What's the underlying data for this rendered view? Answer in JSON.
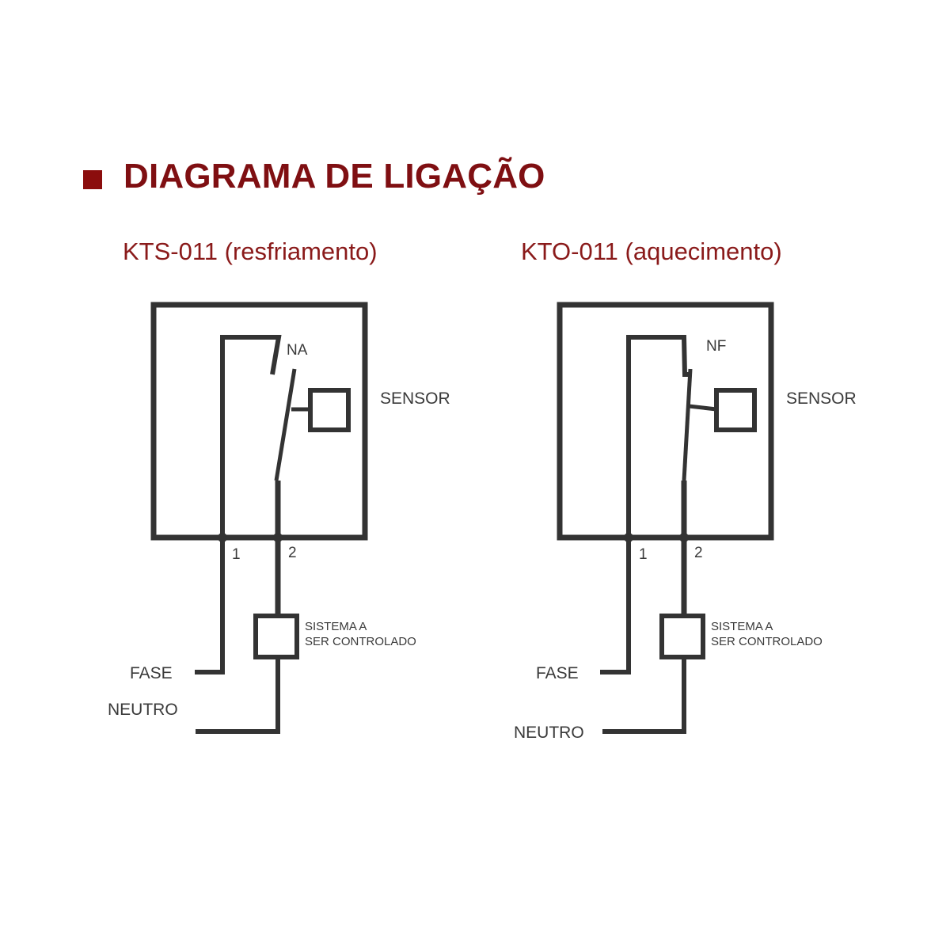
{
  "header": {
    "bullet_color": "#8b0d0d",
    "title": "DIAGRAMA DE LIGAÇÃO",
    "title_color": "#7f0f12"
  },
  "diagrams": [
    {
      "model": "KTS-011 (resfriamento)",
      "contact_type": "NA",
      "sensor_label": "SENSOR",
      "terminal_1": "1",
      "terminal_2": "2",
      "load_label_line1": "SISTEMA A",
      "load_label_line2": "SER CONTROLADO",
      "phase_label": "FASE",
      "neutral_label": "NEUTRO"
    },
    {
      "model": "KTO-011 (aquecimento)",
      "contact_type": "NF",
      "sensor_label": "SENSOR",
      "terminal_1": "1",
      "terminal_2": "2",
      "load_label_line1": "SISTEMA A",
      "load_label_line2": "SER CONTROLADO",
      "phase_label": "FASE",
      "neutral_label": "NEUTRO"
    }
  ],
  "colors": {
    "line": "#333333",
    "label": "#3a3a3a"
  }
}
